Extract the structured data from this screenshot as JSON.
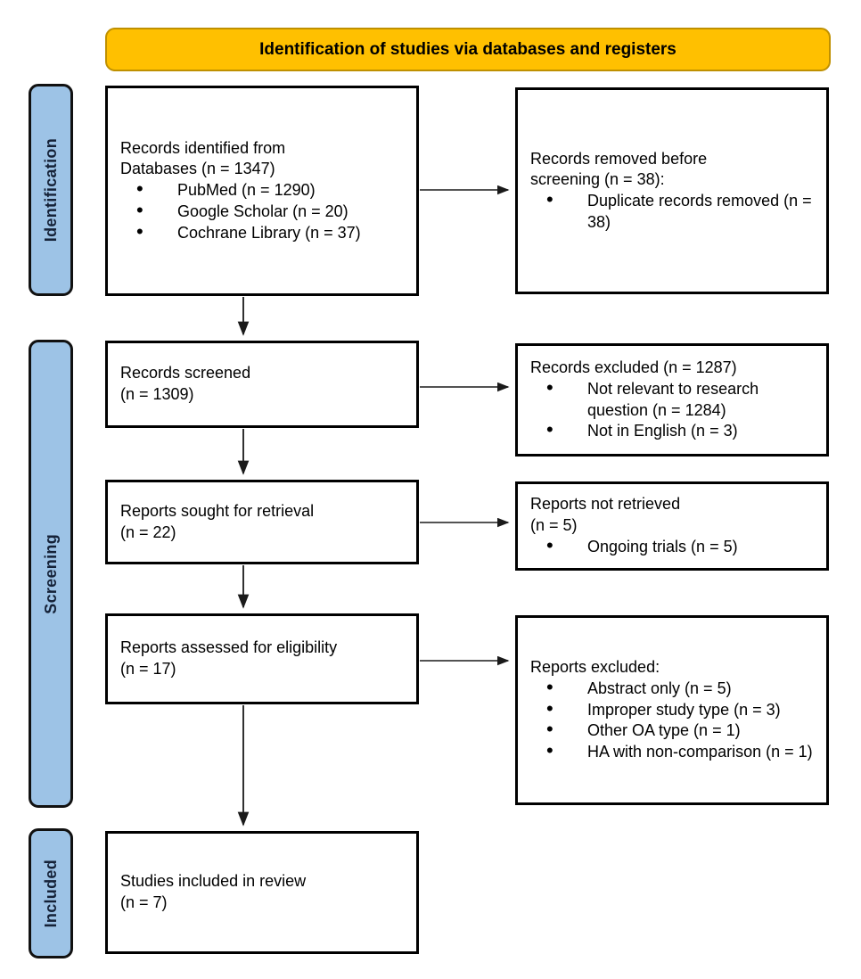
{
  "banner": {
    "title": "Identification of studies via databases and registers"
  },
  "stages": [
    "Identification",
    "Screening",
    "Included"
  ],
  "boxes": {
    "identified": {
      "heading": [
        "Records identified from",
        "Databases (n = 1347)"
      ],
      "bullets": [
        "PubMed (n = 1290)",
        "Google Scholar (n = 20)",
        "Cochrane Library (n = 37)"
      ]
    },
    "removed_before_screening": {
      "heading": [
        "Records removed before",
        "screening (n = 38):"
      ],
      "bullets": [
        "Duplicate records removed (n = 38)"
      ]
    },
    "screened": {
      "heading": [
        "Records screened",
        "(n = 1309)"
      ]
    },
    "records_excluded": {
      "heading": [
        "Records excluded (n = 1287)"
      ],
      "bullets": [
        "Not relevant to research question (n = 1284)",
        "Not in English (n = 3)"
      ]
    },
    "sought_retrieval": {
      "heading": [
        "Reports sought for retrieval",
        "(n = 22)"
      ]
    },
    "not_retrieved": {
      "heading": [
        "Reports not retrieved",
        "(n = 5)"
      ],
      "bullets": [
        "Ongoing trials (n = 5)"
      ]
    },
    "assessed_eligibility": {
      "heading": [
        "Reports assessed for eligibility",
        "(n = 17)"
      ]
    },
    "reports_excluded": {
      "heading": [
        "Reports excluded:"
      ],
      "bullets": [
        "Abstract only (n = 5)",
        "Improper study type (n = 3)",
        "Other OA type (n = 1)",
        "HA with non-comparison (n = 1)"
      ]
    },
    "included_review": {
      "heading": [
        "Studies included in review",
        "(n = 7)"
      ]
    }
  },
  "colors": {
    "banner_bg": "#FFC000",
    "banner_border": "#BF9000",
    "stage_bg": "#9DC3E6",
    "stage_border": "#111111",
    "stage_text": "#152238",
    "box_border": "#000000",
    "arrow": "#1a1a1a"
  }
}
